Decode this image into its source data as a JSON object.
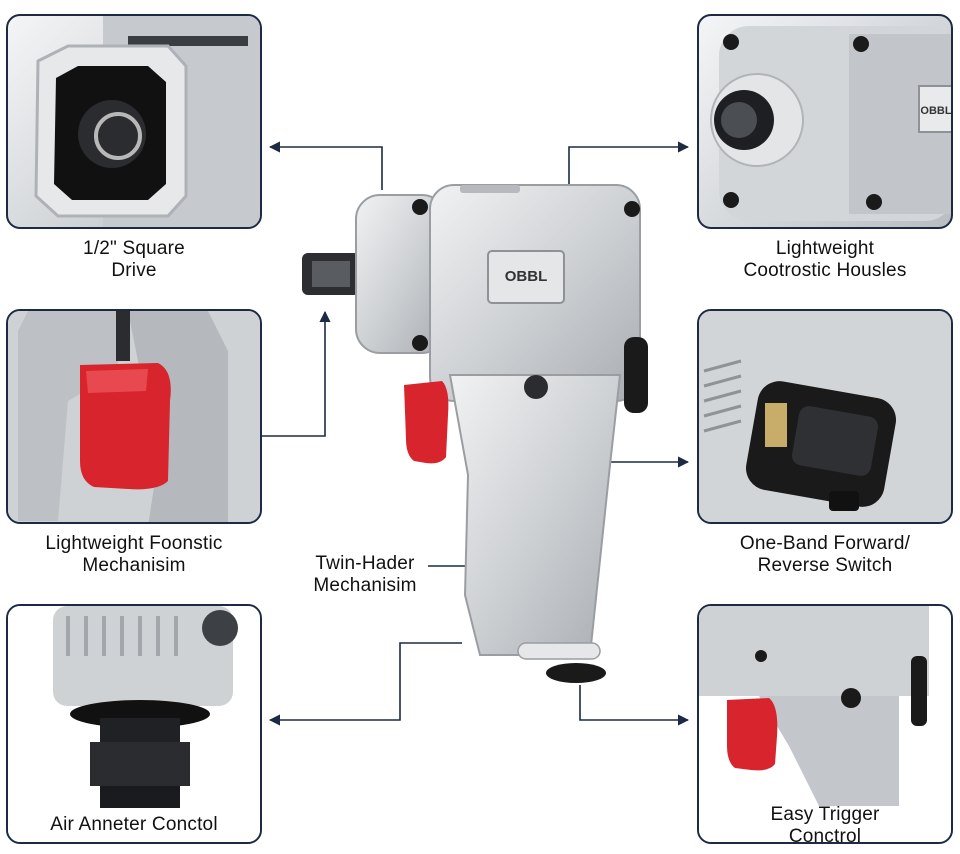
{
  "colors": {
    "frame": "#1c2a44",
    "trigger": "#d8242c",
    "metal": "#c9ccd0",
    "arrow": "#1c2a44"
  },
  "tool_badge": {
    "brand": "OBBL"
  },
  "callouts": [
    {
      "id": "square-drive",
      "line1": "1/2\" Square",
      "line2": "Drive"
    },
    {
      "id": "housing",
      "line1": "Lightweight",
      "line2": "Cootrostic Housles"
    },
    {
      "id": "trigger-mechanism",
      "line1": "Lightweight Foonstic",
      "line2": "Mechanisim"
    },
    {
      "id": "switch",
      "line1": "One-Band Forward/",
      "line2": "Reverse Switch"
    },
    {
      "id": "twin-hammer",
      "line1": "Twin-Hader",
      "line2": "Mechanisim"
    },
    {
      "id": "air-control",
      "line1": "Air Anneter Conctol",
      "line2": ""
    },
    {
      "id": "easy-trigger",
      "line1": "Easy Trigger",
      "line2": "Conctrol"
    }
  ],
  "panel_badge": {
    "brand": "OBBL"
  }
}
